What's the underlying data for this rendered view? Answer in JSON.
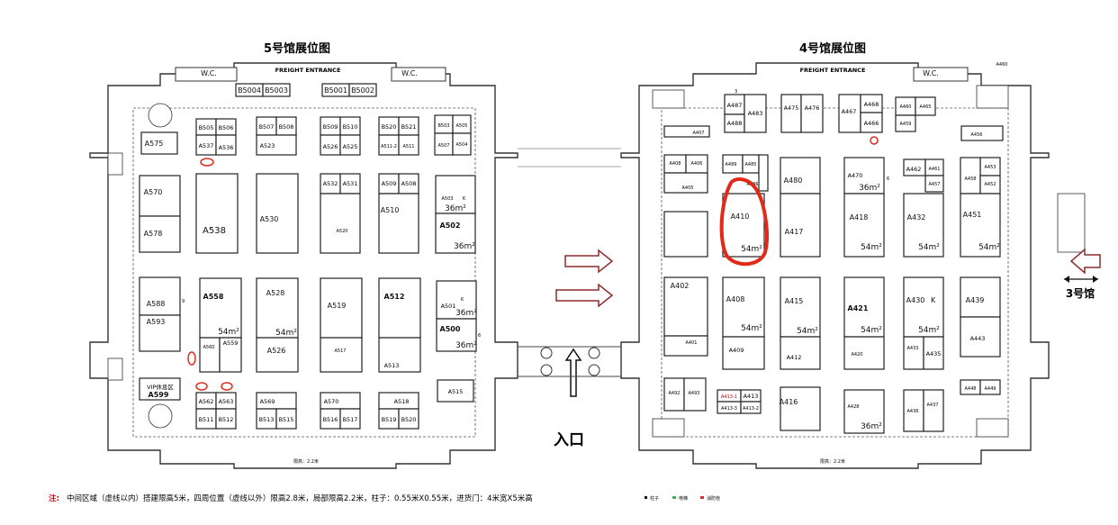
{
  "hall5": {
    "title": "5号馆展位图",
    "wc": "W.C.",
    "wc2": "W.C.",
    "freight": "FREIGHT ENTRANCE",
    "height_note": "限高：2.2米",
    "vip": "VIP休息区",
    "booths": [
      {
        "id": "B5004"
      },
      {
        "id": "B5003"
      },
      {
        "id": "B5001"
      },
      {
        "id": "B5002"
      },
      {
        "id": "B505"
      },
      {
        "id": "B506"
      },
      {
        "id": "A537"
      },
      {
        "id": "A536"
      },
      {
        "id": "B507"
      },
      {
        "id": "B508"
      },
      {
        "id": "A523"
      },
      {
        "id": "B509"
      },
      {
        "id": "B510"
      },
      {
        "id": "A526"
      },
      {
        "id": "A525"
      },
      {
        "id": "B520"
      },
      {
        "id": "B521"
      },
      {
        "id": "A511-2"
      },
      {
        "id": "A511"
      },
      {
        "id": "B503"
      },
      {
        "id": "A505"
      },
      {
        "id": "A507"
      },
      {
        "id": "A504"
      },
      {
        "id": "A575"
      },
      {
        "id": "A570"
      },
      {
        "id": "A578"
      },
      {
        "id": "A538"
      },
      {
        "id": "A530"
      },
      {
        "id": "A532"
      },
      {
        "id": "A531"
      },
      {
        "id": "A520"
      },
      {
        "id": "A509"
      },
      {
        "id": "A508"
      },
      {
        "id": "A510"
      },
      {
        "id": "A503"
      },
      {
        "id": "A502"
      },
      {
        "id": "A588"
      },
      {
        "id": "A593"
      },
      {
        "id": "A558"
      },
      {
        "id": "A560"
      },
      {
        "id": "A559"
      },
      {
        "id": "A528"
      },
      {
        "id": "A526b",
        "label": "A526"
      },
      {
        "id": "A519"
      },
      {
        "id": "A517"
      },
      {
        "id": "A512"
      },
      {
        "id": "A513"
      },
      {
        "id": "A501"
      },
      {
        "id": "A500"
      },
      {
        "id": "A515"
      },
      {
        "id": "A599"
      },
      {
        "id": "A562"
      },
      {
        "id": "A563"
      },
      {
        "id": "B511"
      },
      {
        "id": "B512"
      },
      {
        "id": "A569"
      },
      {
        "id": "B513"
      },
      {
        "id": "B515"
      },
      {
        "id": "A570b",
        "label": "A570"
      },
      {
        "id": "B516"
      },
      {
        "id": "B517"
      },
      {
        "id": "A518"
      },
      {
        "id": "B519"
      },
      {
        "id": "B520b",
        "label": "B520"
      }
    ],
    "areas": [
      "36m²",
      "36m²",
      "54m²",
      "54m²",
      "36m²",
      "36m²"
    ],
    "marks": {
      "k1": "K",
      "k2": "K",
      "n9": "9",
      "n6": "6"
    }
  },
  "hall4": {
    "title": "4号馆展位图",
    "wc": "W.C.",
    "freight": "FREIGHT ENTRANCE",
    "height_note": "限高：2.2米",
    "top_booth": "A460",
    "booths": [
      {
        "id": "A487"
      },
      {
        "id": "A488"
      },
      {
        "id": "A483"
      },
      {
        "id": "A475"
      },
      {
        "id": "A476"
      },
      {
        "id": "A467"
      },
      {
        "id": "A468"
      },
      {
        "id": "A466"
      },
      {
        "id": "A460b",
        "label": "A460"
      },
      {
        "id": "A465"
      },
      {
        "id": "A459"
      },
      {
        "id": "A456"
      },
      {
        "id": "A407"
      },
      {
        "id": "A408t",
        "label": "A408"
      },
      {
        "id": "A406"
      },
      {
        "id": "A405"
      },
      {
        "id": "A489"
      },
      {
        "id": "A485"
      },
      {
        "id": "A486"
      },
      {
        "id": "A480"
      },
      {
        "id": "A470"
      },
      {
        "id": "A462"
      },
      {
        "id": "A461"
      },
      {
        "id": "A457"
      },
      {
        "id": "A453"
      },
      {
        "id": "A458"
      },
      {
        "id": "A452"
      },
      {
        "id": "A410"
      },
      {
        "id": "A417"
      },
      {
        "id": "A418"
      },
      {
        "id": "A432"
      },
      {
        "id": "A451"
      },
      {
        "id": "A402"
      },
      {
        "id": "A408"
      },
      {
        "id": "A415"
      },
      {
        "id": "A421"
      },
      {
        "id": "A430"
      },
      {
        "id": "A439"
      },
      {
        "id": "A401"
      },
      {
        "id": "A409"
      },
      {
        "id": "A412"
      },
      {
        "id": "A420"
      },
      {
        "id": "A433"
      },
      {
        "id": "A435"
      },
      {
        "id": "A443"
      },
      {
        "id": "A492"
      },
      {
        "id": "A493"
      },
      {
        "id": "A413-1"
      },
      {
        "id": "A413"
      },
      {
        "id": "A413-3"
      },
      {
        "id": "A413-2"
      },
      {
        "id": "A416"
      },
      {
        "id": "A428"
      },
      {
        "id": "A436"
      },
      {
        "id": "A437"
      },
      {
        "id": "A448"
      },
      {
        "id": "A449"
      }
    ],
    "areas": [
      "36m²",
      "54m²",
      "54m²",
      "54m²",
      "54m²",
      "54m²",
      "54m²",
      "54m²",
      "54m²",
      "36m²"
    ],
    "marks": {
      "k1": "K",
      "n3": "3",
      "n6": "6"
    }
  },
  "entrance": "入口",
  "hall3": "3号馆",
  "footer": {
    "note_label": "注:",
    "note_text": "中间区域（虚线以内）搭建限高5米，四周位置（虚线以外）限高2.8米，局部限高2.2米，柱子：0.55米X0.55米，进货门：4米宽X5米高",
    "legend": [
      "柱子",
      "电梯",
      "消防栓"
    ]
  },
  "colors": {
    "highlight_red": "#e02a1a",
    "text": "#111111",
    "wall": "#333333"
  }
}
